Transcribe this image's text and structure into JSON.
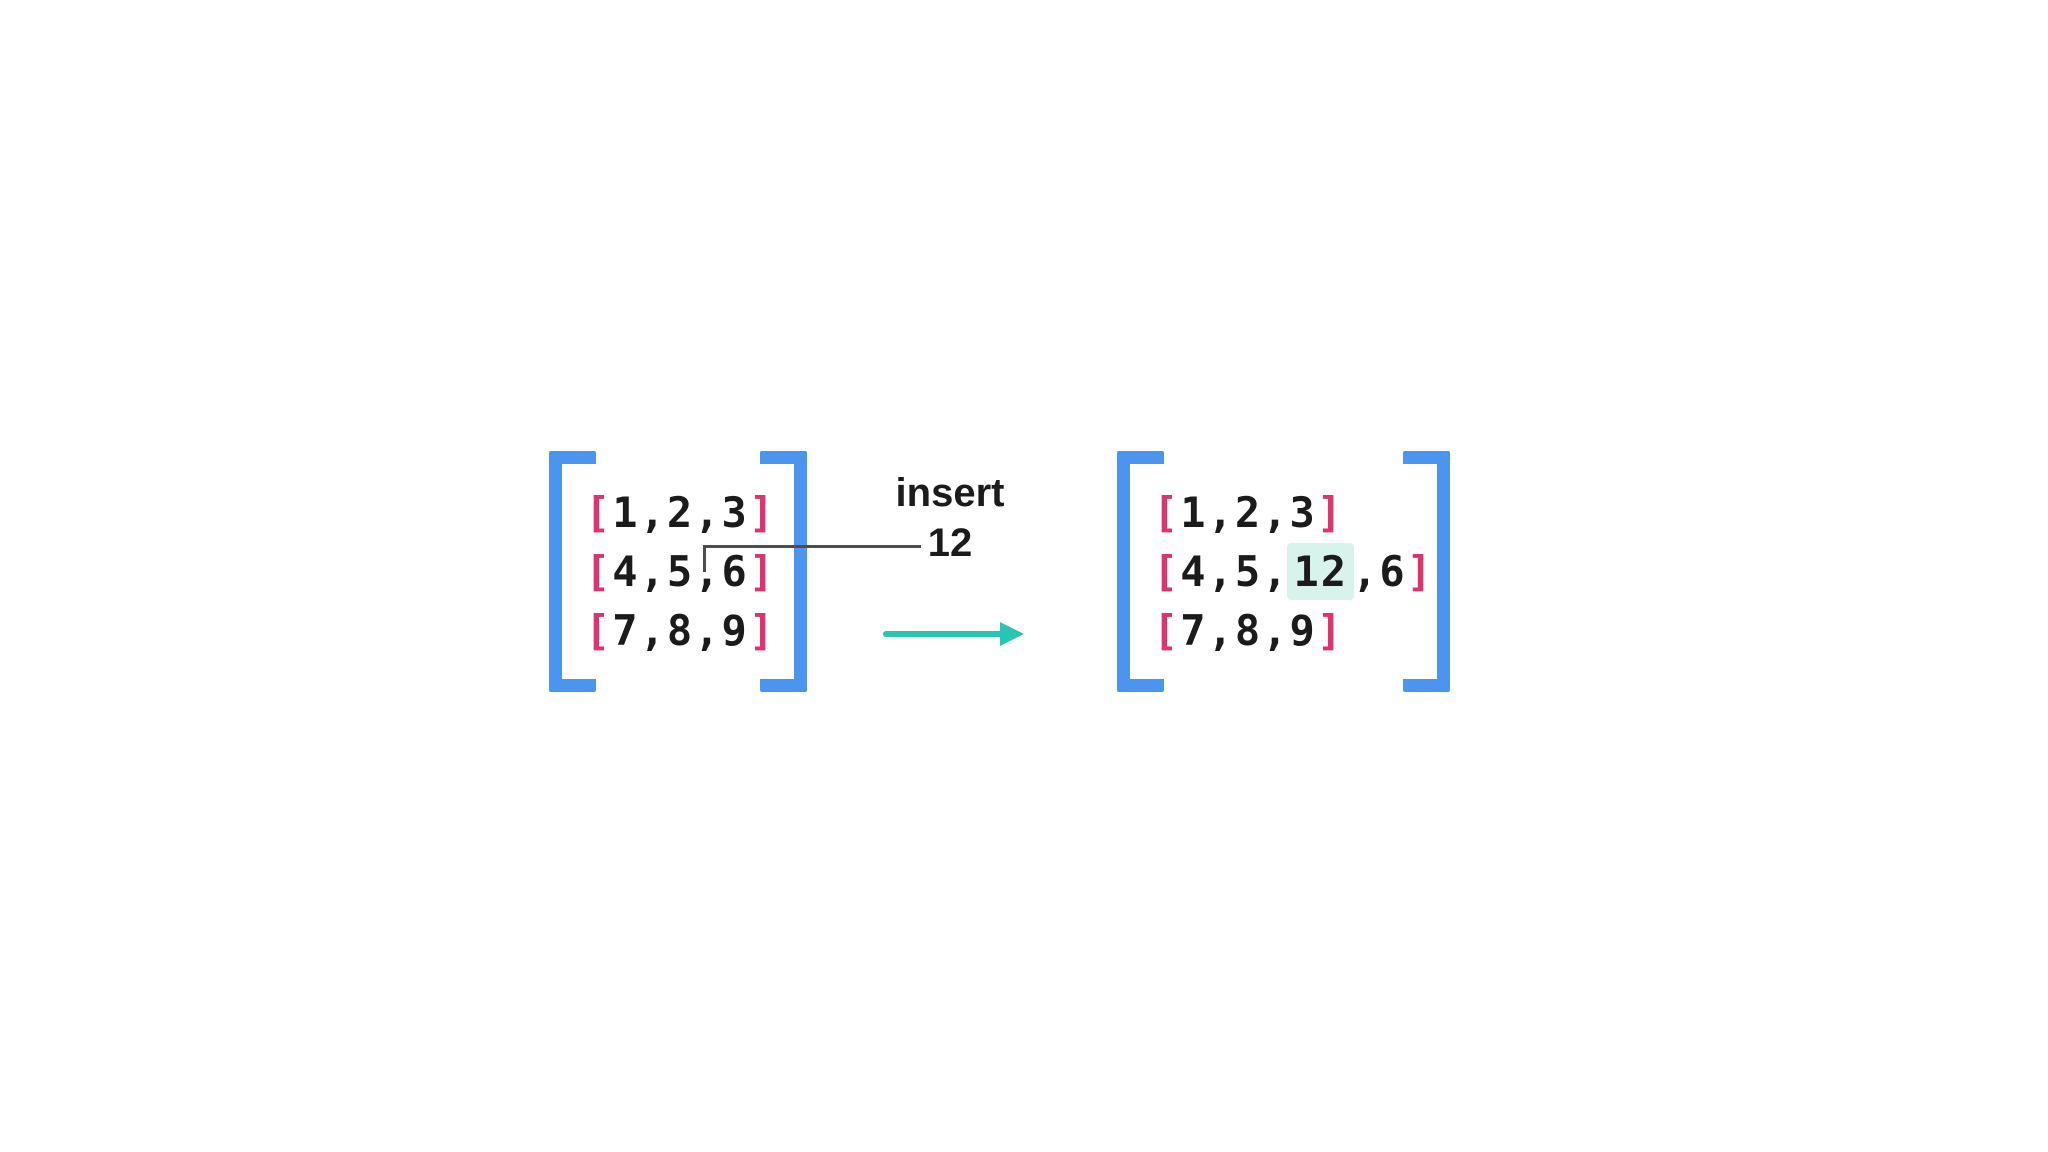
{
  "colors": {
    "background": "#ffffff",
    "bracket-blue": "#4b94ef",
    "row-bracket-pink": "#de336f",
    "text-dark": "#1b1b1b",
    "arrow-teal": "#2bc4b2",
    "highlight-mint": "#d8f3eb",
    "connector-gray": "#4d4d4d"
  },
  "glyphs": {
    "row_open": "[",
    "row_close": "]",
    "separator": ","
  },
  "insert_label": {
    "action": "insert",
    "value": "12"
  },
  "matrix_before": {
    "rows": [
      [
        "1",
        "2",
        "3"
      ],
      [
        "4",
        "5",
        "6"
      ],
      [
        "7",
        "8",
        "9"
      ]
    ],
    "highlight": null
  },
  "matrix_after": {
    "rows": [
      [
        "1",
        "2",
        "3"
      ],
      [
        "4",
        "5",
        "12",
        "6"
      ],
      [
        "7",
        "8",
        "9"
      ]
    ],
    "highlight": {
      "row": 1,
      "cell": 2
    }
  }
}
